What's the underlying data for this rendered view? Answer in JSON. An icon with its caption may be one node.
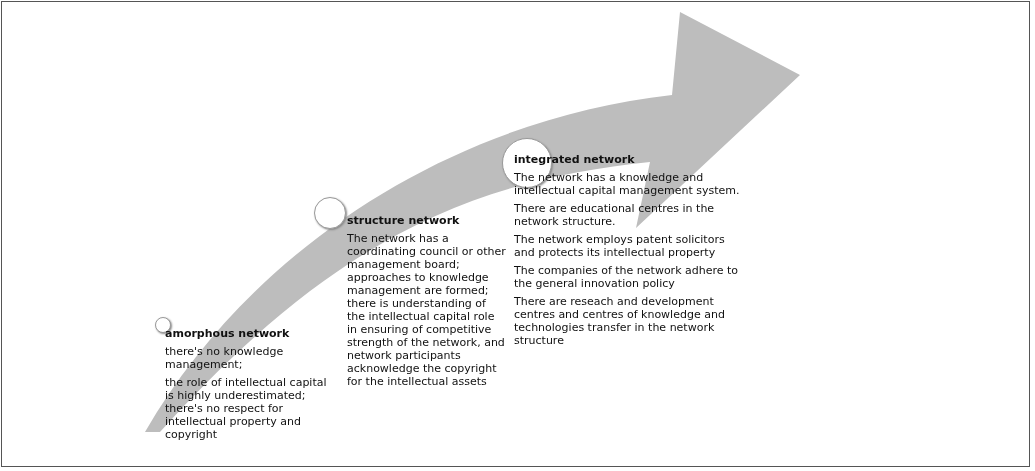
{
  "diagram": {
    "nodes": [
      {
        "text": [],
        "shape": "circle",
        "beside": [
          "amorphous network",
          "there's no knowledge management;",
          "the role of intellectual capital  is highly underestimated; there's no respect for intellectual property and copyright"
        ]
      },
      {
        "text": [],
        "shape": "circle",
        "beside": [
          "structure network",
          "The network has a coordinating council or other management board;  approaches to knowledge management are formed; there is understanding of the intellectual capital role in ensuring of competitive strength of the network, and network participants acknowledge the copyright  for the intellectual assets"
        ]
      },
      {
        "text": [],
        "shape": "circle",
        "beside": [
          "integrated network",
          "The network has a knowledge and intellectual capital management system.",
          "There are educational centres  in the network structure.",
          "The network employs patent solicitors and protects its intellectual property",
          "The companies of the network adhere to the general innovation policy",
          "There are reseach and development centres and centres of knowledge and technologies transfer in the network structure"
        ]
      }
    ],
    "edges": []
  }
}
